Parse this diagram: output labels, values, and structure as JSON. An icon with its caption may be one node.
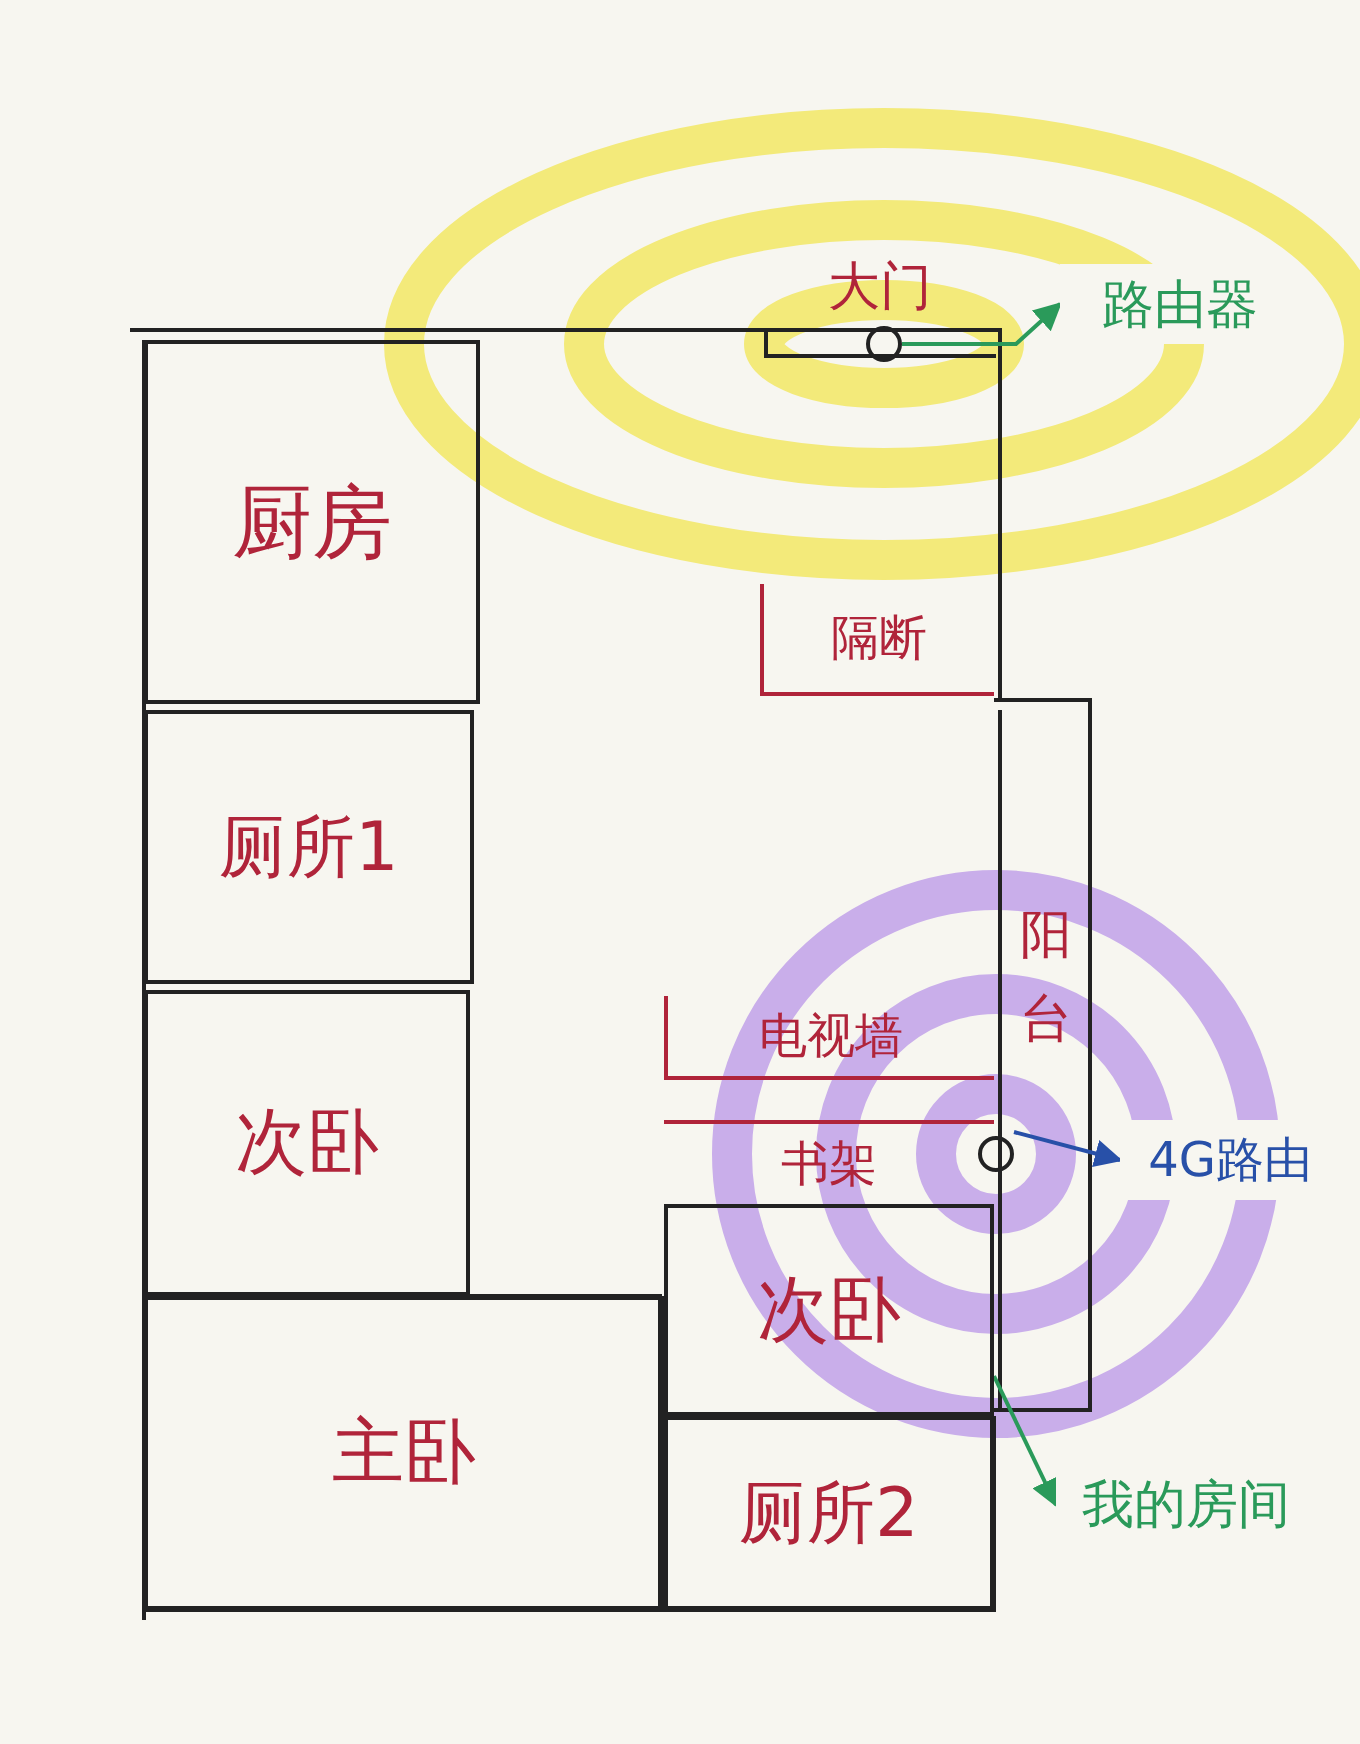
{
  "diagram": {
    "nodes": [
      {
        "text": [
          "大门"
        ]
      },
      {
        "text": [],
        "shape": "circle"
      },
      {
        "text": [
          "路由器"
        ]
      },
      {
        "text": [
          "厨房"
        ]
      },
      {
        "text": [
          "隔断"
        ]
      },
      {
        "text": [
          "厕所1"
        ]
      },
      {
        "text": [
          "阳台"
        ]
      },
      {
        "text": [
          "次卧"
        ]
      },
      {
        "text": [
          "电视墙"
        ]
      },
      {
        "text": [
          "书架"
        ]
      },
      {
        "text": [],
        "shape": "circle"
      },
      {
        "text": [
          "4G路由"
        ]
      },
      {
        "text": [
          "次卧"
        ]
      },
      {
        "text": [
          "主卧"
        ]
      },
      {
        "text": [
          "厕所2"
        ]
      },
      {
        "text": [
          "我的房间"
        ]
      }
    ],
    "edges": [
      {
        "from": 1,
        "to": 2,
        "arrow": "to"
      },
      {
        "from": 10,
        "to": 11,
        "arrow": "to"
      },
      {
        "from": 12,
        "to": 15,
        "arrow": "to"
      }
    ]
  }
}
